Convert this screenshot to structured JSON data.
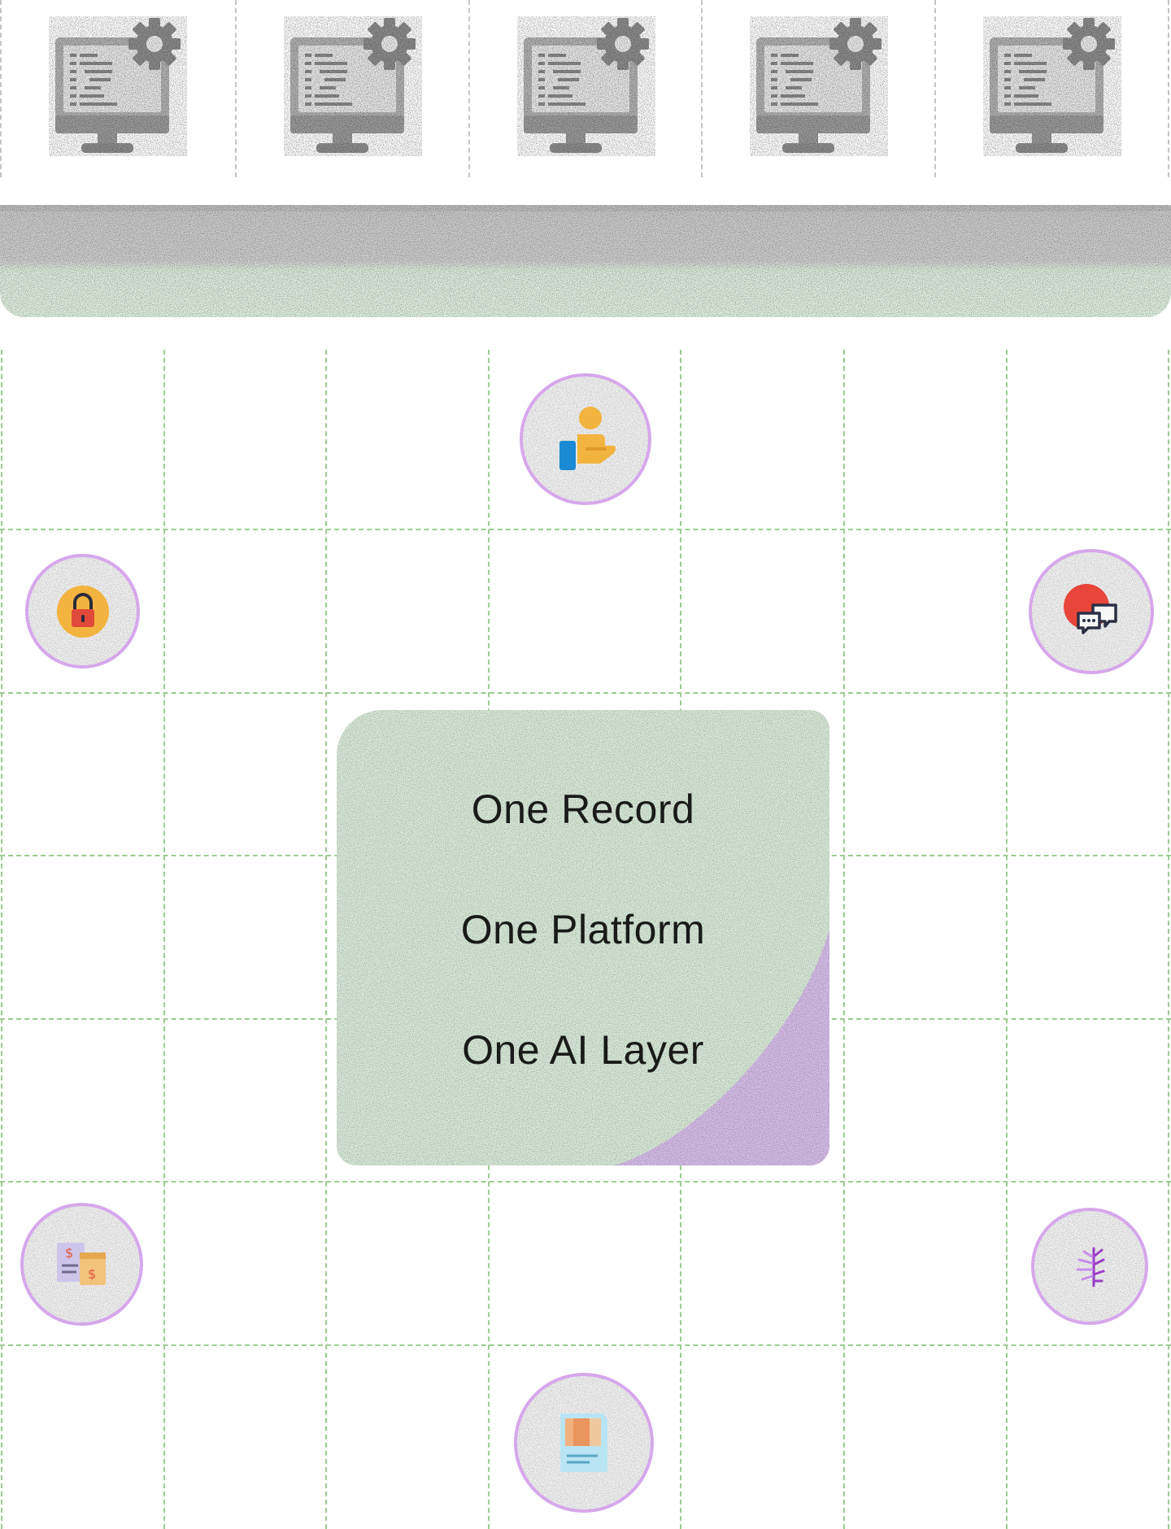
{
  "colors": {
    "grid_line": "#9ccc92",
    "node_ring": "#d6a7ea",
    "card_green": "#d9ead9",
    "card_purple": "#d6bde8",
    "monitor_gray": "#a9a9a9",
    "bar_gray": "#cecece",
    "bar_green": "#e0f0e0"
  },
  "top_row": {
    "computers": [
      {
        "icon": "computer-gear-icon"
      },
      {
        "icon": "computer-gear-icon"
      },
      {
        "icon": "computer-gear-icon"
      },
      {
        "icon": "computer-gear-icon"
      },
      {
        "icon": "computer-gear-icon"
      }
    ]
  },
  "center_card": {
    "lines": [
      "One Record",
      "One Platform",
      "One AI Layer"
    ]
  },
  "nodes": [
    {
      "name": "support-hand-node",
      "icon": "person-hand-icon"
    },
    {
      "name": "security-lock-node",
      "icon": "lock-icon"
    },
    {
      "name": "chat-node",
      "icon": "chat-bubbles-icon"
    },
    {
      "name": "billing-node",
      "icon": "invoice-dollar-icon"
    },
    {
      "name": "brand-tree-node",
      "icon": "tree-logo-icon"
    },
    {
      "name": "record-document-node",
      "icon": "document-icon"
    }
  ]
}
